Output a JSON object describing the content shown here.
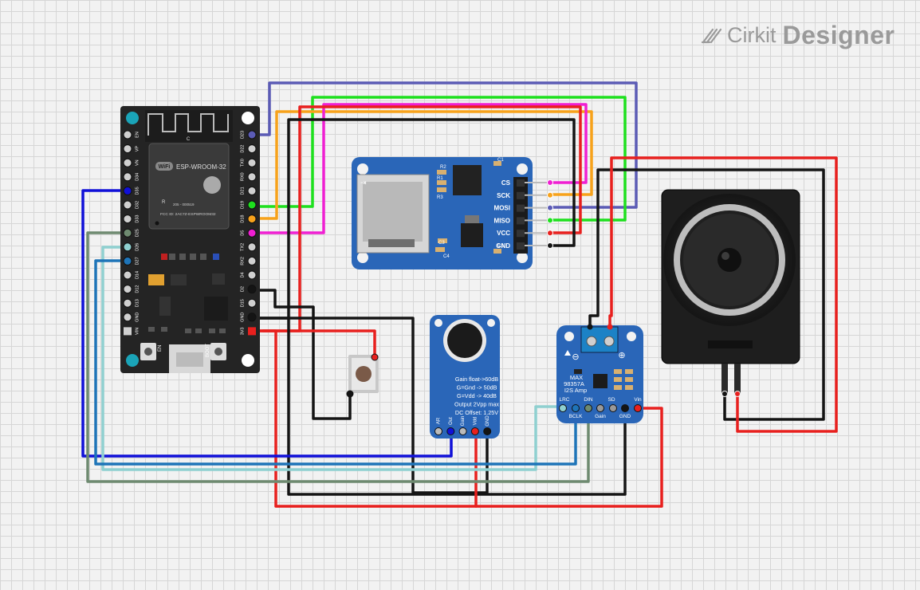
{
  "brand": {
    "name": "Cirkit",
    "product": "Designer"
  },
  "esp32": {
    "module_title": "ESP-WROOM-32",
    "wifi_mark": "WiFi",
    "module_r": "R",
    "module_cert": "205 - 000519",
    "module_fcc": "FCC ID: 2AC7Z-ESPWROOM32",
    "module_letter": "C",
    "left_pins": [
      "EN",
      "VP",
      "VN",
      "D34",
      "D35",
      "D32",
      "D33",
      "D25",
      "D26",
      "D27",
      "D14",
      "D12",
      "D13",
      "GND",
      "VIN"
    ],
    "right_pins": [
      "D23",
      "D22",
      "TX0",
      "RX0",
      "D21",
      "D19",
      "D18",
      "D5",
      "TX2",
      "RX2",
      "D4",
      "D2",
      "D15",
      "GND",
      "3V3"
    ],
    "en_label": "EN",
    "boot_label": "BOOT"
  },
  "sd_module": {
    "pins": [
      "CS",
      "SCK",
      "MOSI",
      "MISO",
      "VCC",
      "GND"
    ],
    "components": [
      "R2",
      "R1",
      "R3",
      "C1",
      "C2",
      "C3",
      "C4"
    ]
  },
  "mic": {
    "lines": [
      "Gain float->60dB",
      "G=Gnd -> 50dB",
      "G=Vdd -> 40dB",
      "Output 2Vpp max",
      "DC Offset: 1.25V"
    ],
    "pins": [
      "AR",
      "Out",
      "Gain",
      "Vdd",
      "GND"
    ]
  },
  "amp": {
    "title_lines": [
      "MAX",
      "98357A",
      "I2S Amp"
    ],
    "minus": "⊖",
    "plus": "⊕",
    "top_pins": [
      "LRC",
      "DIN",
      "SD",
      "Vin"
    ],
    "bottom_pins": [
      "BCLK",
      "Gain",
      "GND"
    ]
  },
  "speaker": {},
  "button": {},
  "colors": {
    "pcb_blue": "#2a66b8",
    "pcb_dark": "#222222",
    "wire_red": "#e8201e",
    "wire_black": "#141414",
    "wire_green": "#1ee01e",
    "wire_orange": "#f7a21b",
    "wire_magenta": "#f01fd2",
    "wire_purple": "#5b5bb5",
    "wire_blue": "#1010d8",
    "wire_teal": "#1e74b8",
    "wire_lightblue": "#8fd0d0",
    "wire_grayg": "#6e8a70"
  }
}
